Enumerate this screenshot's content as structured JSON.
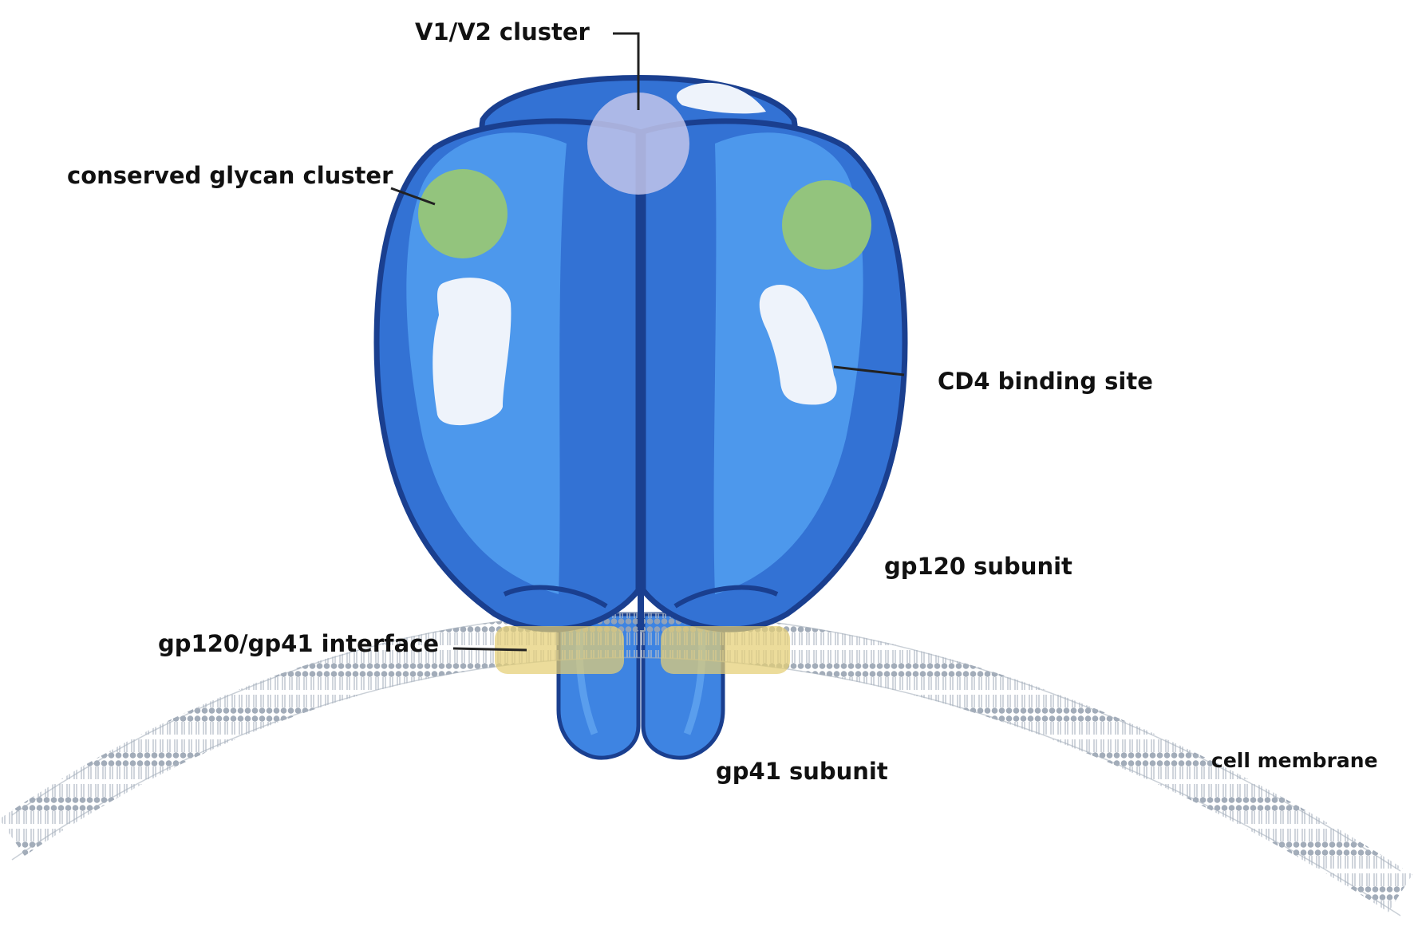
{
  "labels": {
    "v1v2": "V1/V2 cluster",
    "glycan": "conserved glycan cluster",
    "cd4": "CD4 binding site",
    "gp120": "gp120 subunit",
    "interface": "gp120/gp41 interface",
    "gp41": "gp41 subunit",
    "membrane": "cell membrane"
  },
  "colors": {
    "outline": "#1a3f8f",
    "body_dark": "#3372d4",
    "body_light": "#4d98ec",
    "white_patch": "#eef3fb",
    "glycan": "#93c47d",
    "v1v2": "#c7c8ec",
    "interface": "#e5cf75",
    "membrane": "#9aa5b3"
  }
}
